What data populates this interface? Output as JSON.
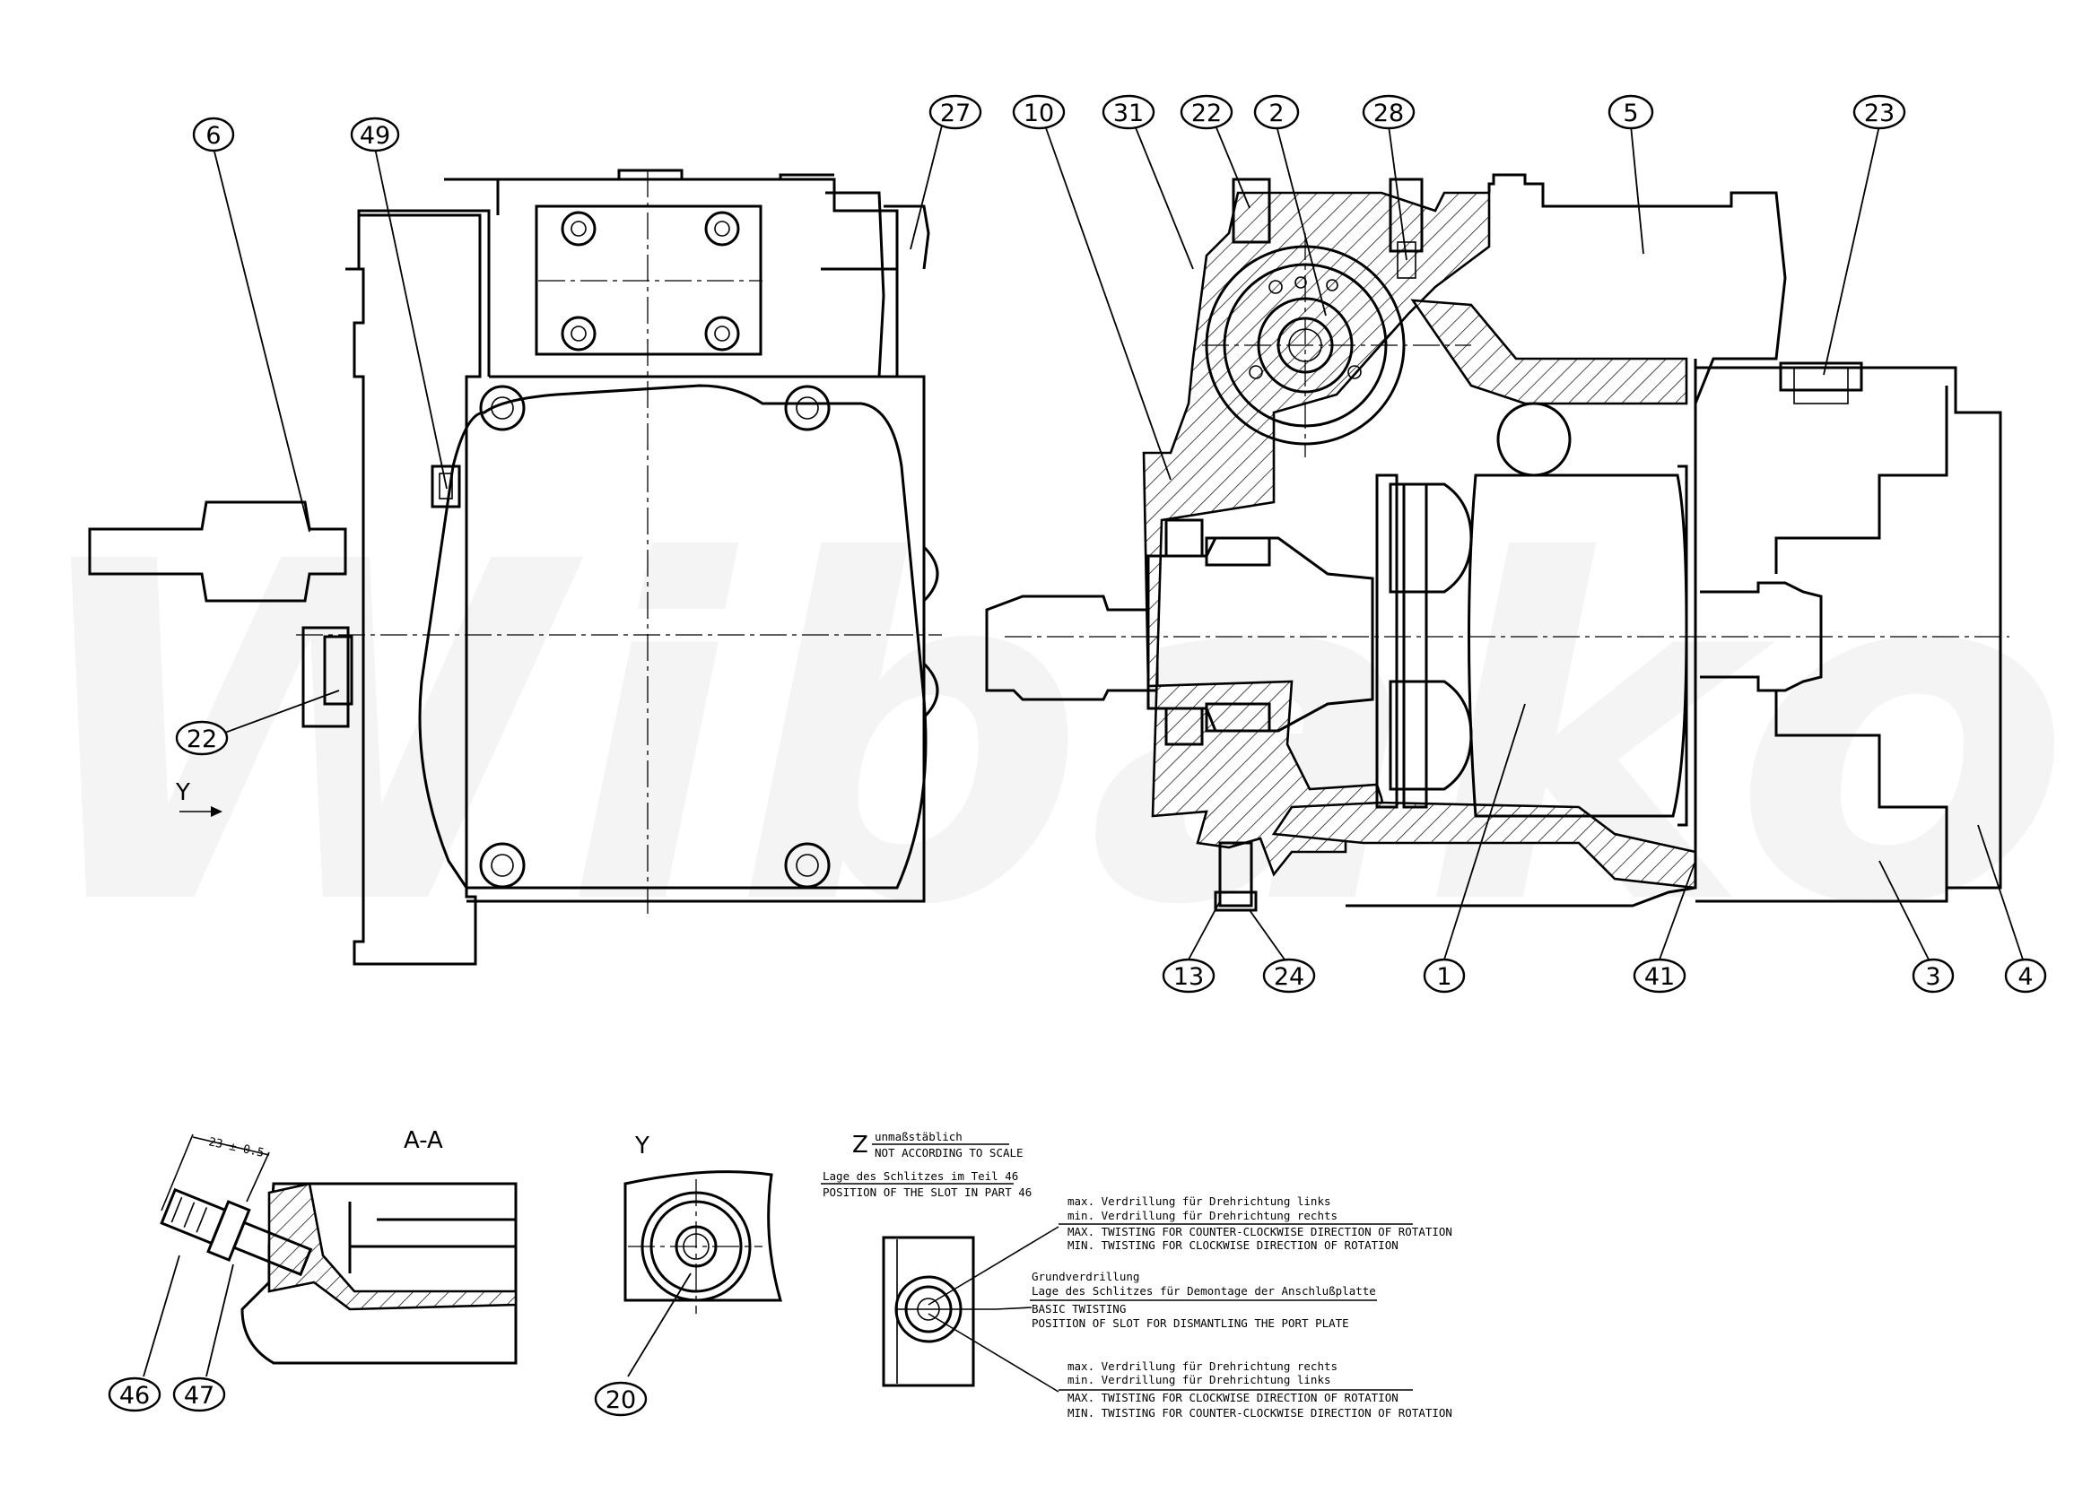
{
  "watermark": "Wibako",
  "balloons": [
    {
      "id": "b6",
      "label": "6"
    },
    {
      "id": "b49",
      "label": "49"
    },
    {
      "id": "b27",
      "label": "27"
    },
    {
      "id": "b10",
      "label": "10"
    },
    {
      "id": "b31",
      "label": "31"
    },
    {
      "id": "b22a",
      "label": "22"
    },
    {
      "id": "b2",
      "label": "2"
    },
    {
      "id": "b28",
      "label": "28"
    },
    {
      "id": "b5",
      "label": "5"
    },
    {
      "id": "b23",
      "label": "23"
    },
    {
      "id": "b22b",
      "label": "22"
    },
    {
      "id": "b13",
      "label": "13"
    },
    {
      "id": "b24",
      "label": "24"
    },
    {
      "id": "b1",
      "label": "1"
    },
    {
      "id": "b41",
      "label": "41"
    },
    {
      "id": "b3",
      "label": "3"
    },
    {
      "id": "b4",
      "label": "4"
    },
    {
      "id": "b46",
      "label": "46"
    },
    {
      "id": "b47",
      "label": "47"
    },
    {
      "id": "b20",
      "label": "20"
    }
  ],
  "views": {
    "view_y_arrow": "Y",
    "section_aa": "A-A",
    "detail_y": "Y",
    "detail_z": "Z",
    "dimension": "23 ± 0.5"
  },
  "notes": {
    "scale_de": "unmaßstäblich",
    "scale_en": "NOT ACCORDING TO SCALE",
    "slot_de": "Lage des Schlitzes im Teil 46",
    "slot_en": "POSITION OF THE SLOT IN PART 46",
    "max_left_de": "max. Verdrillung für Drehrichtung links",
    "min_right_de": "min. Verdrillung für Drehrichtung rechts",
    "max_ccw_en": "MAX. TWISTING FOR COUNTER-CLOCKWISE DIRECTION OF ROTATION",
    "min_cw_en": "MIN. TWISTING FOR CLOCKWISE DIRECTION OF ROTATION",
    "basic_de": "Grundverdrillung",
    "basic_de2": "Lage des Schlitzes für Demontage der Anschlußplatte",
    "basic_en": "BASIC TWISTING",
    "basic_en2": "POSITION OF SLOT FOR DISMANTLING THE PORT PLATE",
    "max_right_de": "max. Verdrillung für Drehrichtung rechts",
    "min_left_de": "min. Verdrillung für Drehrichtung links",
    "max_cw_en": "MAX. TWISTING FOR CLOCKWISE DIRECTION OF ROTATION",
    "min_ccw_en": "MIN. TWISTING FOR COUNTER-CLOCKWISE DIRECTION OF ROTATION"
  }
}
